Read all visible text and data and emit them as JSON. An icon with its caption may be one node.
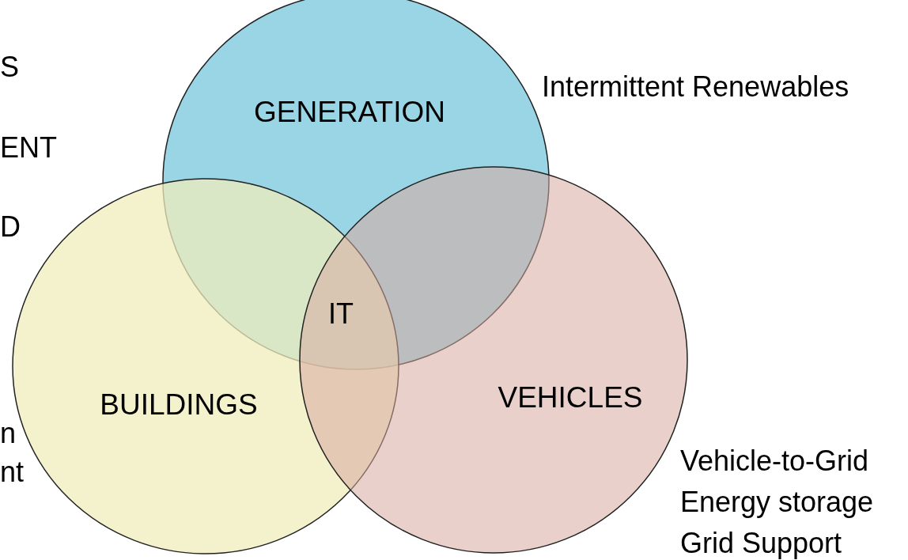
{
  "diagram": {
    "nodes": [
      {
        "text": [
          "GENERATION"
        ]
      },
      {
        "text": [
          "BUILDINGS"
        ]
      },
      {
        "text": [
          "VEHICLES"
        ]
      }
    ],
    "edges": [],
    "labels": [
      "S",
      "ENT",
      "D",
      "Intermittent Renewables",
      "IT",
      "n",
      "nt",
      "Vehicle-to-Grid",
      "Energy storage",
      "Grid Support"
    ]
  }
}
